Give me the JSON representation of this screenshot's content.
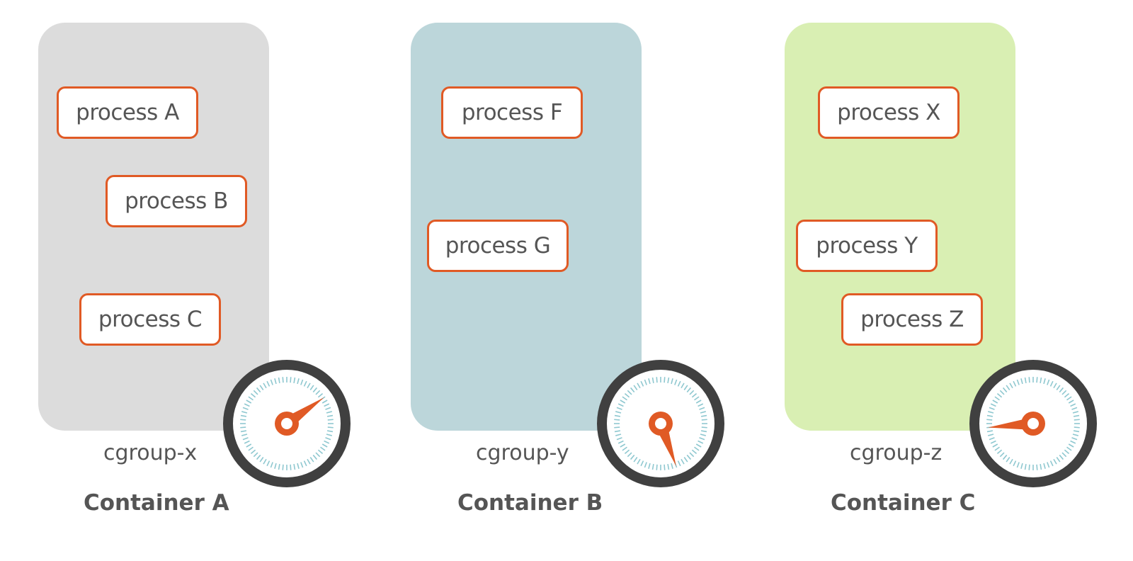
{
  "colors": {
    "process_border": "#e05a25",
    "needle": "#e05a25",
    "gauge_ring": "#404040",
    "gauge_ticks": "#8fc8d0",
    "text": "#555555"
  },
  "containers": [
    {
      "title": "Container A",
      "cgroup": "cgroup-x",
      "panel_color": "#dcdcdc",
      "processes": [
        "process A",
        "process B",
        "process C"
      ],
      "gauge_needle_angle_deg": 55
    },
    {
      "title": "Container B",
      "cgroup": "cgroup-y",
      "panel_color": "#bcd6da",
      "processes": [
        "process F",
        "process G"
      ],
      "gauge_needle_angle_deg": 160
    },
    {
      "title": "Container C",
      "cgroup": "cgroup-z",
      "panel_color": "#d9efb3",
      "processes": [
        "process X",
        "process Y",
        "process Z"
      ],
      "gauge_needle_angle_deg": 265
    }
  ]
}
